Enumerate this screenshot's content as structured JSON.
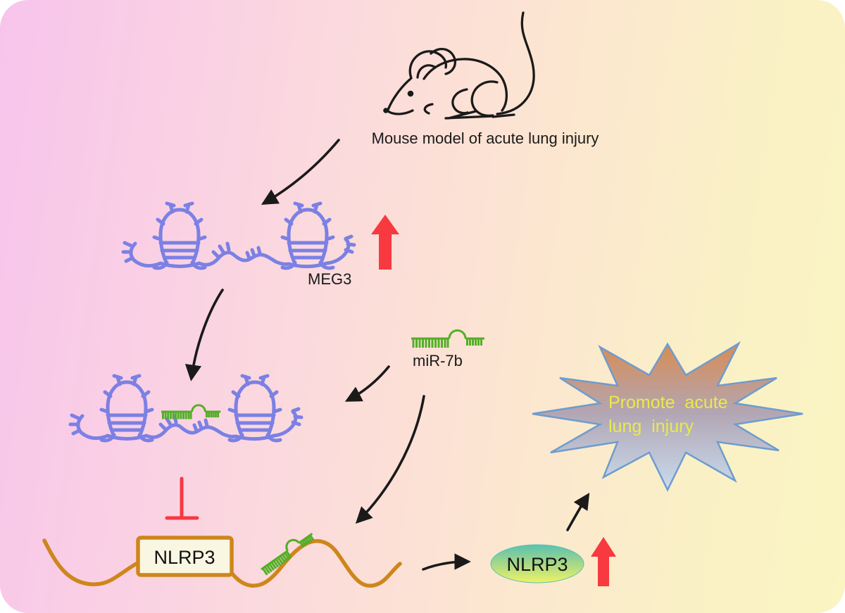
{
  "caption": {
    "text": "Mouse model of acute lung injury"
  },
  "molecules": {
    "meg3": "MEG3",
    "mir7b": "miR-7b",
    "nlrp3_gene": "NLRP3",
    "nlrp3_protein": "NLRP3"
  },
  "outcome": {
    "line1": "Promote acute",
    "line2": "lung injury"
  },
  "colors": {
    "lncrna_purple": "#7b80e4",
    "mirna_green": "#53ae27",
    "mrna_orange": "#ce861c",
    "arrow_red": "#f8393f",
    "ink_black": "#1a1a1a",
    "star_outline_blue": "#6e9cce",
    "star_fill_top": "#d98c52",
    "star_fill_bottom": "#c9dcee",
    "protein_fill_top": "#58c2b0",
    "protein_fill_bottom": "#eef266",
    "outcome_text_yellow": "#e9eb48",
    "gene_box_fill": "#f9f6e2",
    "bg_left_pink": "#f8c4ec",
    "bg_right_yellow": "#faf5c2"
  }
}
